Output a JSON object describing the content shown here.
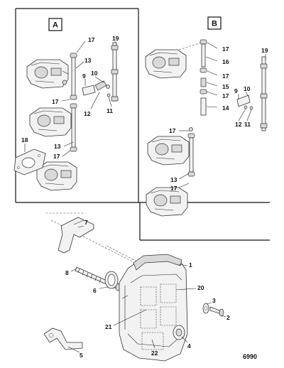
{
  "panels": {
    "a_label": "A",
    "b_label": "B"
  },
  "callouts": {
    "a": [
      "17",
      "13",
      "19",
      "9",
      "10",
      "17",
      "12",
      "11",
      "18",
      "13",
      "17"
    ],
    "b": [
      "17",
      "16",
      "19",
      "17",
      "15",
      "9",
      "10",
      "17",
      "12",
      "11",
      "14",
      "17",
      "13",
      "17"
    ],
    "bottom": [
      "7",
      "1",
      "8",
      "6",
      "20",
      "3",
      "2",
      "21",
      "4",
      "5",
      "22"
    ]
  },
  "figure_number": "6990"
}
